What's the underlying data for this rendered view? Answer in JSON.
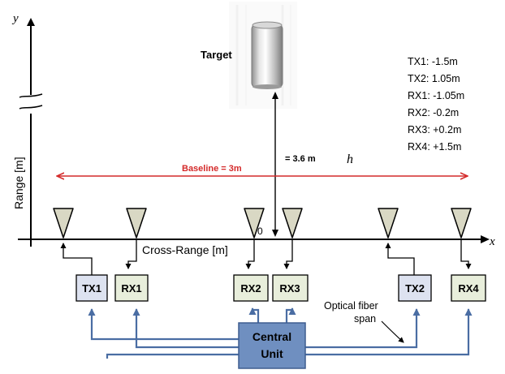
{
  "axes": {
    "x_label": "x",
    "y_label": "y",
    "range_label": "Range [m]",
    "cross_range_label": "Cross-Range [m]",
    "origin_label": "0"
  },
  "target": {
    "label": "Target",
    "height_label": "= 3.6 m",
    "h_symbol": "h"
  },
  "baseline": {
    "label": "Baseline = 3m"
  },
  "positions": [
    "TX1: -1.5m",
    "TX2: 1.05m",
    "RX1: -1.05m",
    "RX2: -0.2m",
    "RX3: +0.2m",
    "RX4: +1.5m"
  ],
  "modules": {
    "tx1": "TX1",
    "rx1": "RX1",
    "rx2": "RX2",
    "rx3": "RX3",
    "tx2": "TX2",
    "rx4": "RX4"
  },
  "central_unit": {
    "line1": "Central",
    "line2": "Unit"
  },
  "fiber_label": {
    "line1": "Optical fiber",
    "line2": "span"
  },
  "colors": {
    "baseline": "#d42a2a",
    "fiber": "#4a6da3",
    "tx_fill": "#dde2f0",
    "rx_fill": "#e8eedb",
    "central_fill": "#6f8fc0",
    "antenna_fill": "#d9d8c4"
  }
}
